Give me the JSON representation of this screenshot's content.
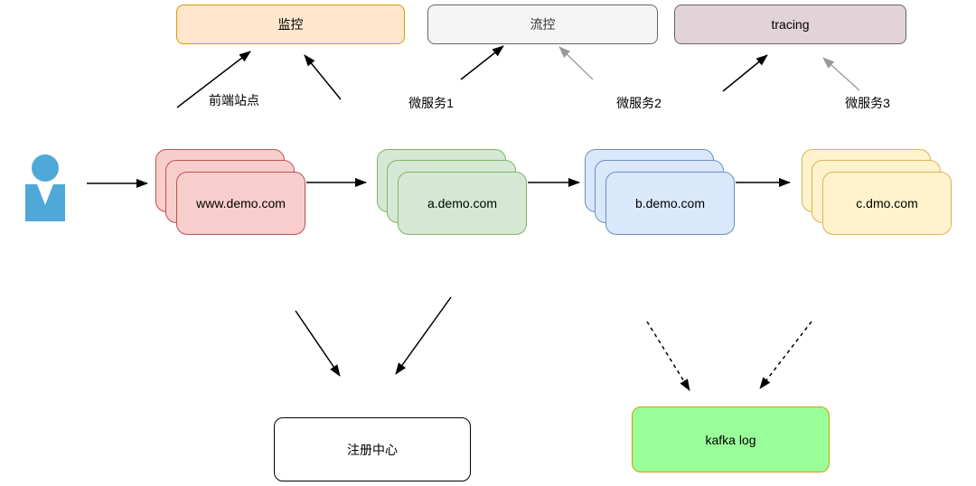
{
  "diagram": {
    "top_boxes": [
      {
        "id": "monitoring",
        "label": "监控",
        "fill": "#ffe6cc",
        "border": "#d79b00"
      },
      {
        "id": "flow-control",
        "label": "流控",
        "fill": "#f5f5f5",
        "border": "#666666"
      },
      {
        "id": "tracing",
        "label": "tracing",
        "fill": "#e2d3d8",
        "border": "#666666"
      }
    ],
    "source_labels": [
      {
        "id": "frontend-site",
        "label": "前端站点"
      },
      {
        "id": "microservice-1",
        "label": "微服务1"
      },
      {
        "id": "microservice-2",
        "label": "微服务2"
      },
      {
        "id": "microservice-3",
        "label": "微服务3"
      }
    ],
    "service_stacks": [
      {
        "id": "www-demo",
        "label": "www.demo.com",
        "fill": "#f8cecc",
        "border": "#b85450"
      },
      {
        "id": "a-demo",
        "label": "a.demo.com",
        "fill": "#d5e8d4",
        "border": "#82b366"
      },
      {
        "id": "b-demo",
        "label": "b.demo.com",
        "fill": "#dae8fc",
        "border": "#6c8ebf"
      },
      {
        "id": "c-dmo",
        "label": "c.dmo.com",
        "fill": "#fff2cc",
        "border": "#d6b656"
      }
    ],
    "bottom_boxes": [
      {
        "id": "registry-center",
        "label": "注册中心",
        "fill": "#ffffff",
        "border": "#000000"
      },
      {
        "id": "kafka-log",
        "label": "kafka log",
        "fill": "#99ff99",
        "border": "#d79b00"
      }
    ],
    "user_icon_color": "#4fa8d8",
    "arrow_colors": {
      "solid": "#000000",
      "gray": "#999999"
    }
  }
}
